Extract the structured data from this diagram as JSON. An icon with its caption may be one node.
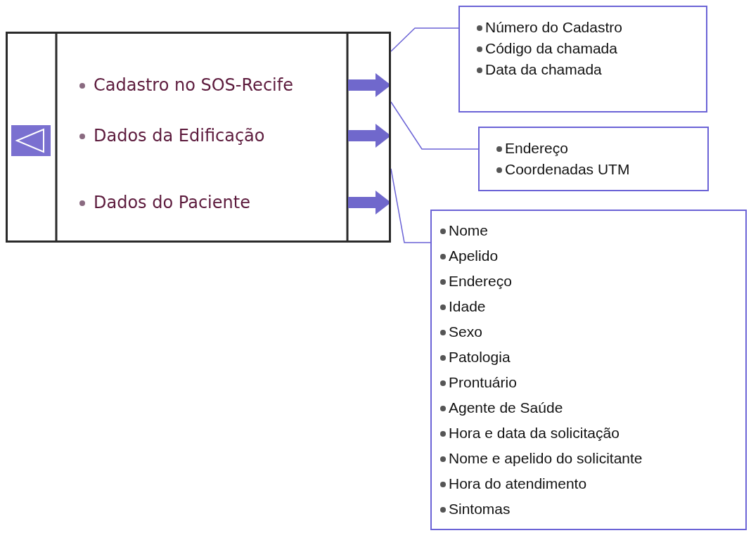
{
  "diagram": {
    "nodes": [
      {
        "text": [],
        "shape": "box"
      },
      {
        "text": [
          "Cadastro no SOS-Recife"
        ],
        "in": 0
      },
      {
        "text": [
          "Dados da Edificação"
        ],
        "in": 0
      },
      {
        "text": [
          "Dados do Paciente"
        ],
        "in": 0
      },
      {
        "text": [
          "Número do Cadastro",
          "Código da chamada",
          "Data da chamada"
        ]
      },
      {
        "text": [
          "Endereço",
          "Coordenadas UTM"
        ]
      },
      {
        "text": [
          "Nome",
          "Apelido",
          "Endereço",
          "Idade",
          "Sexo",
          "Patologia",
          "Prontuário",
          "Agente de Saúde",
          "Hora e data da solicitação",
          "Nome e apelido do solicitante",
          "Hora do atendimento",
          "Sintomas"
        ]
      }
    ],
    "edges": [
      {
        "from": 1,
        "to": 0,
        "arrow": "to",
        "style": "thick"
      },
      {
        "from": 2,
        "to": 0,
        "arrow": "to",
        "style": "thick"
      },
      {
        "from": 3,
        "to": 0,
        "arrow": "to",
        "style": "thick"
      },
      {
        "from": 4,
        "to": 0,
        "arrow": "none"
      },
      {
        "from": 5,
        "to": 0,
        "arrow": "none"
      },
      {
        "from": 6,
        "to": 0,
        "arrow": "none"
      }
    ]
  }
}
